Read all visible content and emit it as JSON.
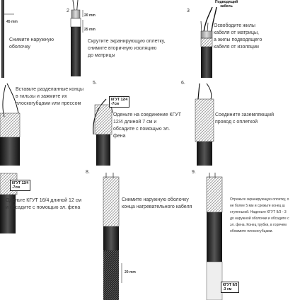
{
  "steps": [
    {
      "num": "",
      "text": "Снимите наружную\nоболочку",
      "dim1": "45 mm"
    },
    {
      "num": "2",
      "text": "Скрутите экранирующую оплетку,\nснимите вторичную изоляцию\nдо матрицы",
      "dim1": "20 mm",
      "dim2": "25 mm"
    },
    {
      "num": "3",
      "text": "Освободите жилы\nкабеля от матрицы,\nа жилы подводящего\nкабеля от изоляции",
      "tag": "Подводящий\nкабель"
    },
    {
      "num": "",
      "text": "Вставьте разделанные концы\nв гильзы и зажмите их\nплоскогубцами или прессом"
    },
    {
      "num": "5.",
      "text": "Оденьте на соединение КГУТ\n12/4 длиной 7 см и\nобсадите с помощью эл.\nфена",
      "tag": "КГУТ 12/4\n-7см"
    },
    {
      "num": "6.",
      "text": "Соедините заземляющий\nпровод с оплеткой"
    },
    {
      "num": "",
      "text": "Оденьте КГУТ 16/4 длиной 12 см\nи обсадите с помощью эл. фена",
      "tag": "КГУТ 12/4\n-7см"
    },
    {
      "num": "8.",
      "text": "Снимите наружную оболочку\nконца нагревательного кабеля",
      "dim1": "20 mm"
    },
    {
      "num": "9.",
      "text": "Отрежьте экранирующую оплетку, о\nне более 5 мм и срежьте конец ш\nступенькой. Наденьте КГУТ 9/3 - 3\nдо наружной оболочки и обсадите с\nэл. фена. Конец трубки, в горячем\nобожмите плоскогубцами.",
      "tag": "КГУТ 9/3\n-3 см"
    }
  ]
}
